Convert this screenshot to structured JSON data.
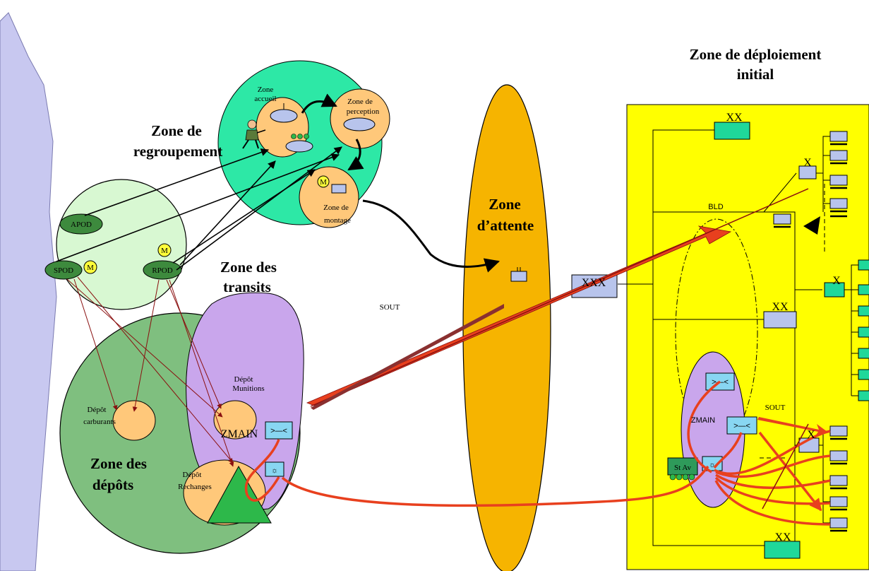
{
  "title": {
    "line1": "Zone de déploiement",
    "line2": "initial"
  },
  "zones": {
    "regroupement": {
      "line1": "Zone de",
      "line2": "regroupement"
    },
    "transits": {
      "line1": "Zone des",
      "line2": "transits"
    },
    "depots": {
      "line1": "Zone des",
      "line2": "dépôts"
    },
    "attente": {
      "line1": "Zone",
      "line2": "d’attente"
    }
  },
  "regroupement_sub": {
    "accueil": {
      "line1": "Zone",
      "line2": "accueil"
    },
    "perception": {
      "line1": "Zone de",
      "line2": "perception"
    },
    "montage": {
      "line1": "Zone de",
      "line2": "montage"
    }
  },
  "transit_nodes": {
    "apod": "APOD",
    "spod": "SPOD",
    "rpod": "RPOD",
    "m_marker": "M"
  },
  "depots": {
    "munitions": {
      "line1": "Dépôt",
      "line2": "Munitions"
    },
    "carburants": {
      "line1": "Dépôt",
      "line2": "carburants"
    },
    "rechanges": {
      "line1": "Dépôt",
      "line2": "Rechanges"
    },
    "zmain": "ZMAIN"
  },
  "deployment": {
    "xx": "XX",
    "x": "X",
    "xxx": "XXX",
    "bld": "BLD",
    "zmain": "ZMAIN",
    "st_av": "St Av",
    "sout": "SOUT"
  },
  "sout_center": "SOUT",
  "colors": {
    "transit_zone": "#d8f8d2",
    "regroupement_zone": "#2de8a6",
    "depot_zone": "#7fbf7f",
    "zmain_zone": "#c9a6ec",
    "attente_zone": "#f6b400",
    "deploy_zone": "#ffff00",
    "unit_box": "#b8c4ec",
    "green_box": "#1fd89a",
    "node_dark": "#3d8a3d",
    "arrow_red": "#e8401e",
    "arrow_dark": "#8a1010",
    "shore": "#c8c8f0"
  }
}
